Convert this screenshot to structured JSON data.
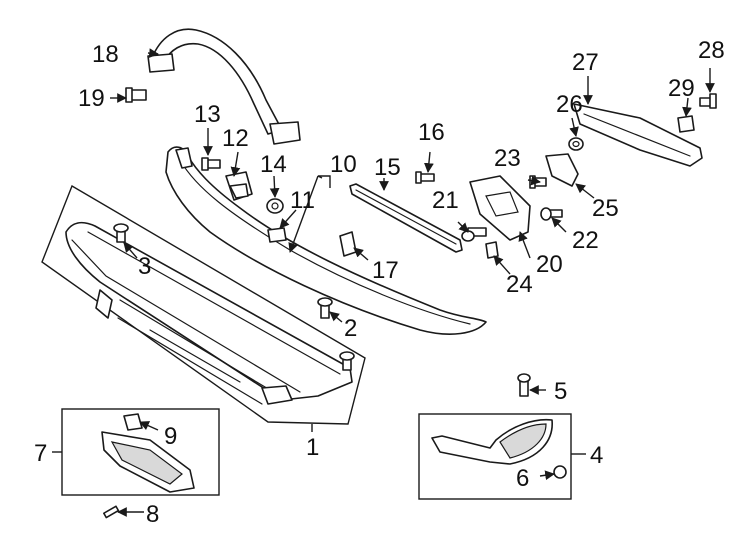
{
  "callouts": [
    "1",
    "2",
    "3",
    "4",
    "5",
    "6",
    "7",
    "8",
    "9",
    "10",
    "11",
    "12",
    "13",
    "14",
    "15",
    "16",
    "17",
    "18",
    "19",
    "20",
    "21",
    "22",
    "23",
    "24",
    "25",
    "26",
    "27",
    "28",
    "29"
  ],
  "colors": {
    "line": "#1a1a1a",
    "background": "#ffffff",
    "shade": "#d9d9d9"
  }
}
